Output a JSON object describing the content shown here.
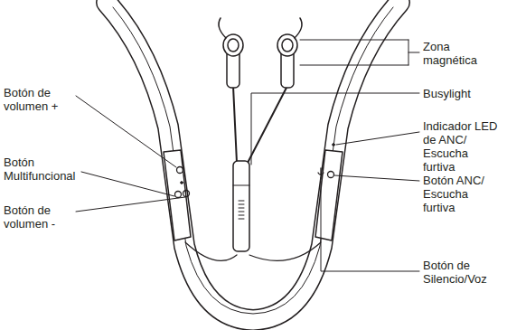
{
  "diagram": {
    "labels": [
      "Botón de volumen +",
      "Botón Multifuncional",
      "Botón de volumen -",
      "Zona magnética",
      "Busylight",
      "Indicador LED de ANC/ Escucha furtiva",
      "Botón ANC/ Escucha furtiva",
      "Botón de Silencio/Voz"
    ]
  }
}
